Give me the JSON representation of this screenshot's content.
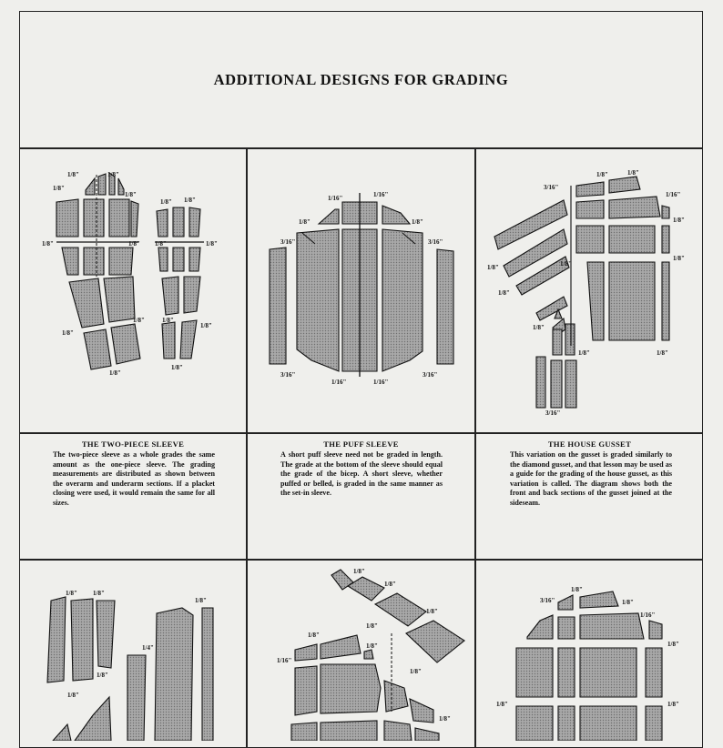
{
  "page": {
    "title": "ADDITIONAL DESIGNS FOR GRADING"
  },
  "captions": [
    {
      "title": "THE TWO-PIECE SLEEVE",
      "body": "The two-piece sleeve as a whole grades the same amount as the one-piece sleeve. The grading measurements are distributed as shown between the overarm and underarm sections. If a placket closing were used, it would remain the same for all sizes."
    },
    {
      "title": "THE PUFF SLEEVE",
      "body": "A short puff sleeve need not be graded in length. The grade at the bottom of the sleeve should equal the grade of the bicep. A short sleeve, whether puffed or belled, is graded in the same manner as the set-in sleeve."
    },
    {
      "title": "THE HOUSE GUSSET",
      "body": "This variation on the gusset is graded similarly to the diamond gusset, and that lesson may be used as a guide for the grading of the house gusset, as this variation is called. The diagram shows both the front and back sections of the gusset joined at the sideseam."
    }
  ],
  "grade_labels": {
    "eighth": "1/8\"",
    "sixteenth": "1/16\"",
    "three_sixteenths": "3/16\"",
    "quarter": "1/4\""
  }
}
